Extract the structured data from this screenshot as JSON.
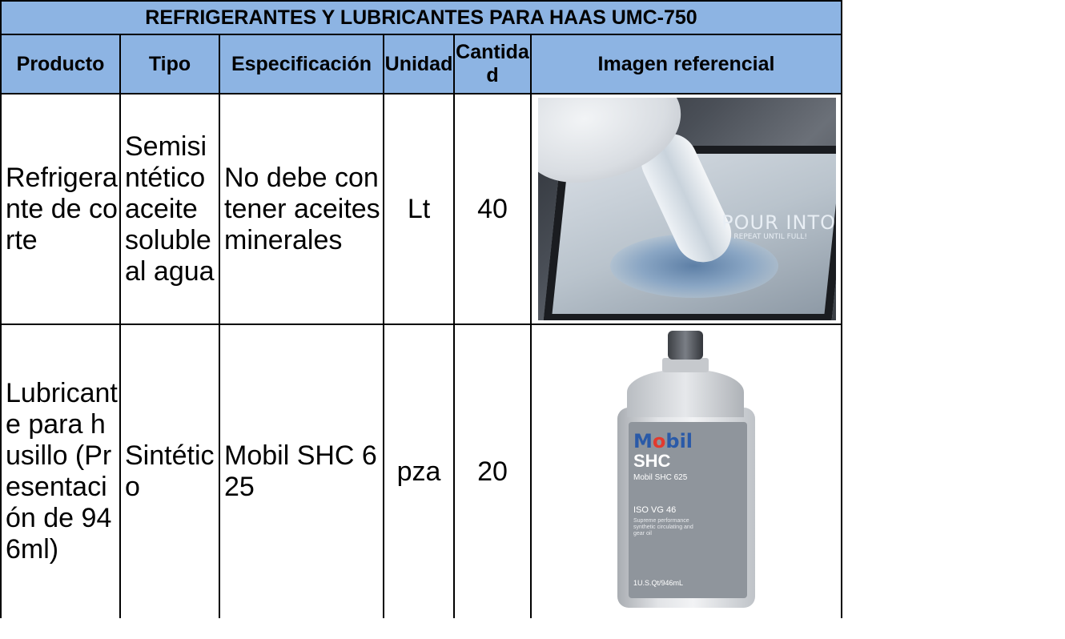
{
  "table": {
    "title": "REFRIGERANTES Y LUBRICANTES PARA HAAS UMC-750",
    "headers": [
      "Producto",
      "Tipo",
      "Especificación",
      "Unidad",
      "Cantidad",
      "Imagen referencial"
    ],
    "rows": [
      {
        "producto": "Refrigerante de corte",
        "tipo": "Semisintético aceite soluble al agua",
        "especificacion": "No debe contener aceites minerales",
        "unidad": "Lt",
        "cantidad": "40",
        "image_overlay": {
          "line1": "POUR INTO",
          "line2": "REPEAT UNTIL FULL!"
        }
      },
      {
        "producto": "Lubricante para husillo (Presentación de 946ml)",
        "tipo": "Sintético",
        "especificacion": "Mobil SHC 625",
        "unidad": "pza",
        "cantidad": "20",
        "bottle_label": {
          "brand_pre": "M",
          "brand_o": "o",
          "brand_post": "bil",
          "line": "SHC",
          "product": "Mobil SHC 625",
          "iso": "ISO VG 46",
          "description": "Supreme performance synthetic circulating and gear oil",
          "volume": "1U.S.Qt/946mL"
        }
      }
    ]
  },
  "colors": {
    "header_bg": "#8db4e3"
  }
}
